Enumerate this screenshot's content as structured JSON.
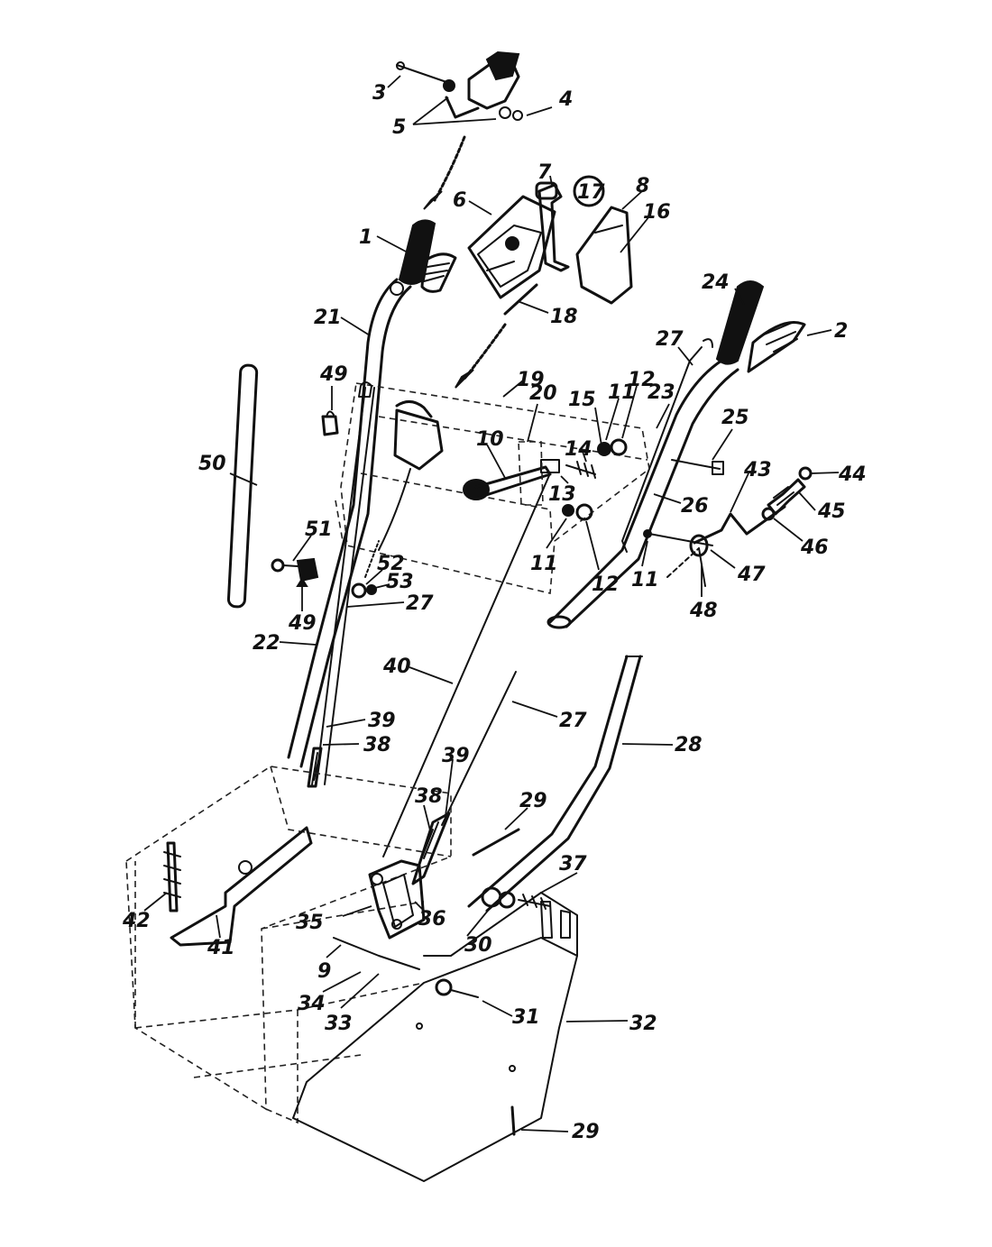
{
  "diagram": {
    "callouts": [
      {
        "id": "c1",
        "text": "1"
      },
      {
        "id": "c2",
        "text": "2"
      },
      {
        "id": "c3",
        "text": "3"
      },
      {
        "id": "c4",
        "text": "4"
      },
      {
        "id": "c5",
        "text": "5"
      },
      {
        "id": "c6",
        "text": "6"
      },
      {
        "id": "c7",
        "text": "7"
      },
      {
        "id": "c8",
        "text": "8"
      },
      {
        "id": "c9",
        "text": "9"
      },
      {
        "id": "c10",
        "text": "10"
      },
      {
        "id": "c11a",
        "text": "11"
      },
      {
        "id": "c11b",
        "text": "11"
      },
      {
        "id": "c11c",
        "text": "11"
      },
      {
        "id": "c12a",
        "text": "12"
      },
      {
        "id": "c12b",
        "text": "12"
      },
      {
        "id": "c13",
        "text": "13"
      },
      {
        "id": "c14",
        "text": "14"
      },
      {
        "id": "c15",
        "text": "15"
      },
      {
        "id": "c16",
        "text": "16"
      },
      {
        "id": "c17",
        "text": "17"
      },
      {
        "id": "c18",
        "text": "18"
      },
      {
        "id": "c19",
        "text": "19"
      },
      {
        "id": "c20",
        "text": "20"
      },
      {
        "id": "c21",
        "text": "21"
      },
      {
        "id": "c22",
        "text": "22"
      },
      {
        "id": "c23",
        "text": "23"
      },
      {
        "id": "c24",
        "text": "24"
      },
      {
        "id": "c25",
        "text": "25"
      },
      {
        "id": "c26",
        "text": "26"
      },
      {
        "id": "c27a",
        "text": "27"
      },
      {
        "id": "c27b",
        "text": "27"
      },
      {
        "id": "c27c",
        "text": "27"
      },
      {
        "id": "c28",
        "text": "28"
      },
      {
        "id": "c29a",
        "text": "29"
      },
      {
        "id": "c29b",
        "text": "29"
      },
      {
        "id": "c30",
        "text": "30"
      },
      {
        "id": "c31",
        "text": "31"
      },
      {
        "id": "c32",
        "text": "32"
      },
      {
        "id": "c33",
        "text": "33"
      },
      {
        "id": "c34",
        "text": "34"
      },
      {
        "id": "c35",
        "text": "35"
      },
      {
        "id": "c36",
        "text": "36"
      },
      {
        "id": "c37",
        "text": "37"
      },
      {
        "id": "c38a",
        "text": "38"
      },
      {
        "id": "c38b",
        "text": "38"
      },
      {
        "id": "c39a",
        "text": "39"
      },
      {
        "id": "c39b",
        "text": "39"
      },
      {
        "id": "c40",
        "text": "40"
      },
      {
        "id": "c41",
        "text": "41"
      },
      {
        "id": "c42",
        "text": "42"
      },
      {
        "id": "c43",
        "text": "43"
      },
      {
        "id": "c44",
        "text": "44"
      },
      {
        "id": "c45",
        "text": "45"
      },
      {
        "id": "c46",
        "text": "46"
      },
      {
        "id": "c47",
        "text": "47"
      },
      {
        "id": "c48",
        "text": "48"
      },
      {
        "id": "c49a",
        "text": "49"
      },
      {
        "id": "c49b",
        "text": "49"
      },
      {
        "id": "c50",
        "text": "50"
      },
      {
        "id": "c51",
        "text": "51"
      },
      {
        "id": "c52",
        "text": "52"
      },
      {
        "id": "c53",
        "text": "53"
      }
    ]
  }
}
